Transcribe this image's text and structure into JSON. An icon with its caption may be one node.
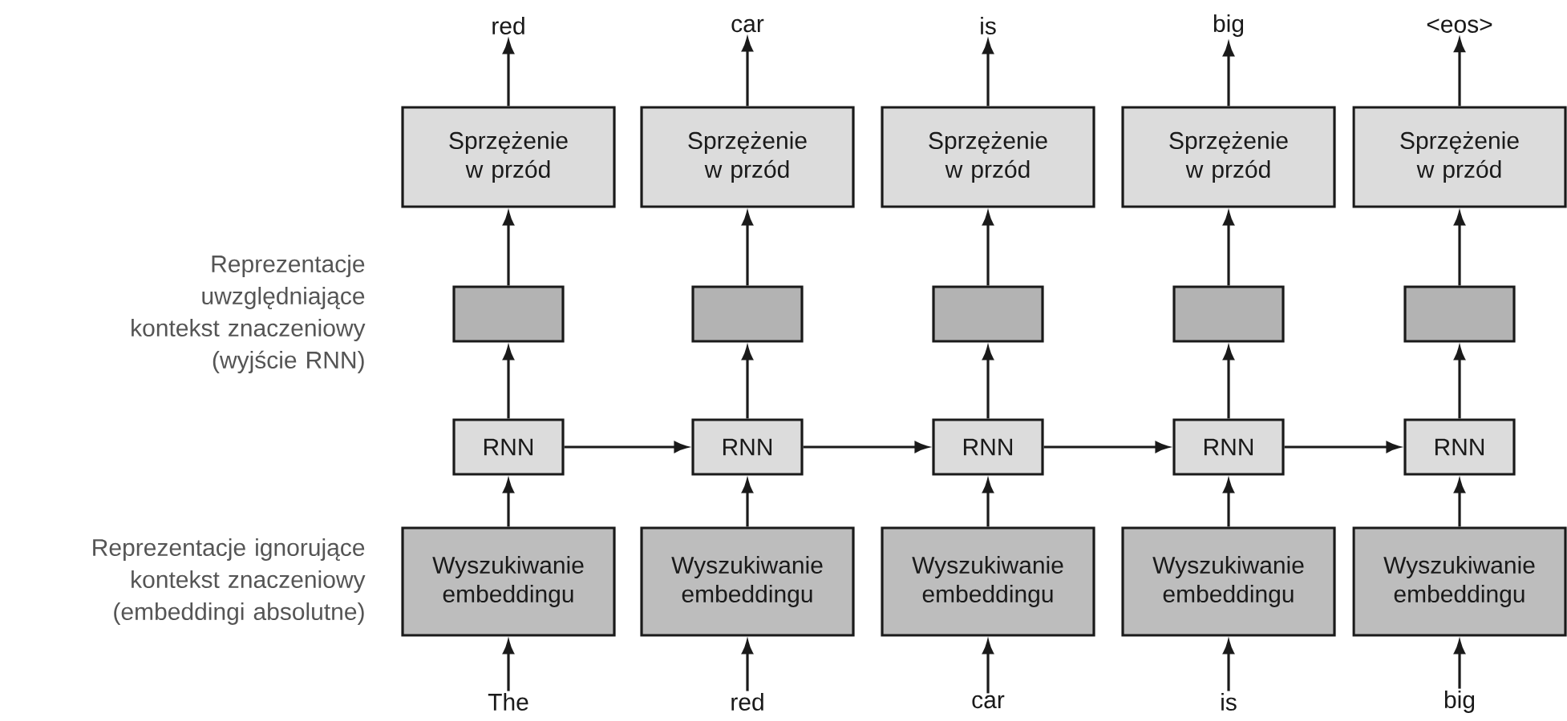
{
  "diagram": {
    "nodes": [
      {
        "text": [
          "red"
        ]
      },
      {
        "text": [
          "car"
        ]
      },
      {
        "text": [
          "is"
        ]
      },
      {
        "text": [
          "big"
        ]
      },
      {
        "text": [
          "<eos>"
        ]
      },
      {
        "text": [
          "Sprzężenie w przód"
        ]
      },
      {
        "text": [
          "Sprzężenie w przód"
        ]
      },
      {
        "text": [
          "Sprzężenie w przód"
        ]
      },
      {
        "text": [
          "Sprzężenie w przód"
        ]
      },
      {
        "text": [
          "Sprzężenie w przód"
        ]
      },
      {
        "text": [],
        "shape": "box"
      },
      {
        "text": [],
        "shape": "box"
      },
      {
        "text": [],
        "shape": "box"
      },
      {
        "text": [],
        "shape": "box"
      },
      {
        "text": [],
        "shape": "box"
      },
      {
        "text": [
          "RNN"
        ]
      },
      {
        "text": [
          "RNN"
        ]
      },
      {
        "text": [
          "RNN"
        ]
      },
      {
        "text": [
          "RNN"
        ]
      },
      {
        "text": [
          "RNN"
        ]
      },
      {
        "text": [
          "Wyszukiwanie embeddingu"
        ]
      },
      {
        "text": [
          "Wyszukiwanie embeddingu"
        ]
      },
      {
        "text": [
          "Wyszukiwanie embeddingu"
        ]
      },
      {
        "text": [
          "Wyszukiwanie embeddingu"
        ]
      },
      {
        "text": [
          "Wyszukiwanie embeddingu"
        ]
      },
      {
        "text": [
          "The"
        ]
      },
      {
        "text": [
          "red"
        ]
      },
      {
        "text": [
          "car"
        ]
      },
      {
        "text": [
          "is"
        ]
      },
      {
        "text": [
          "big"
        ]
      }
    ],
    "edges": [
      {
        "from": 25,
        "to": 20,
        "arrow": "to"
      },
      {
        "from": 26,
        "to": 21,
        "arrow": "to"
      },
      {
        "from": 27,
        "to": 22,
        "arrow": "to"
      },
      {
        "from": 28,
        "to": 23,
        "arrow": "to"
      },
      {
        "from": 29,
        "to": 24,
        "arrow": "to"
      },
      {
        "from": 20,
        "to": 15,
        "arrow": "to"
      },
      {
        "from": 21,
        "to": 16,
        "arrow": "to"
      },
      {
        "from": 22,
        "to": 17,
        "arrow": "to"
      },
      {
        "from": 23,
        "to": 18,
        "arrow": "to"
      },
      {
        "from": 24,
        "to": 19,
        "arrow": "to"
      },
      {
        "from": 15,
        "to": 16,
        "arrow": "to"
      },
      {
        "from": 16,
        "to": 17,
        "arrow": "to"
      },
      {
        "from": 17,
        "to": 18,
        "arrow": "to"
      },
      {
        "from": 18,
        "to": 19,
        "arrow": "to"
      },
      {
        "from": 15,
        "to": 10,
        "arrow": "to"
      },
      {
        "from": 16,
        "to": 11,
        "arrow": "to"
      },
      {
        "from": 17,
        "to": 12,
        "arrow": "to"
      },
      {
        "from": 18,
        "to": 13,
        "arrow": "to"
      },
      {
        "from": 19,
        "to": 14,
        "arrow": "to"
      },
      {
        "from": 10,
        "to": 5,
        "arrow": "to"
      },
      {
        "from": 11,
        "to": 6,
        "arrow": "to"
      },
      {
        "from": 12,
        "to": 7,
        "arrow": "to"
      },
      {
        "from": 13,
        "to": 8,
        "arrow": "to"
      },
      {
        "from": 14,
        "to": 9,
        "arrow": "to"
      },
      {
        "from": 5,
        "to": 0,
        "arrow": "to"
      },
      {
        "from": 6,
        "to": 1,
        "arrow": "to"
      },
      {
        "from": 7,
        "to": 2,
        "arrow": "to"
      },
      {
        "from": 8,
        "to": 3,
        "arrow": "to"
      },
      {
        "from": 9,
        "to": 4,
        "arrow": "to"
      }
    ],
    "labels": [
      "Reprezentacje uwzględniające kontekst znaczeniowy (wyjście RNN)",
      "Reprezentacje ignorujące kontekst znaczeniowy (embeddingi absolutne)"
    ]
  }
}
